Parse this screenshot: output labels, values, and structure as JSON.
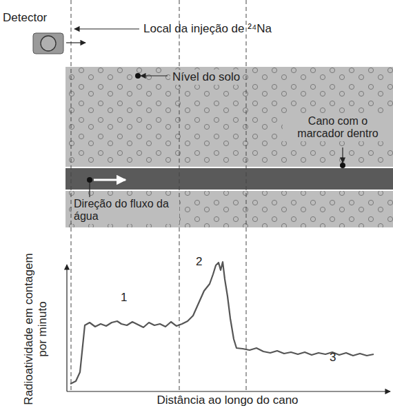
{
  "diagram": {
    "nodes": [
      {
        "text": [
          "Detector"
        ]
      }
    ],
    "labels": [
      "Local da injeção de ²⁴Na",
      "Nível do solo",
      "Cano com o marcador dentro",
      "Direção do fluxo da água",
      "Radioatividade em contagem por minuto",
      "1",
      "2",
      "3",
      "Distância ao longo do cano"
    ]
  }
}
